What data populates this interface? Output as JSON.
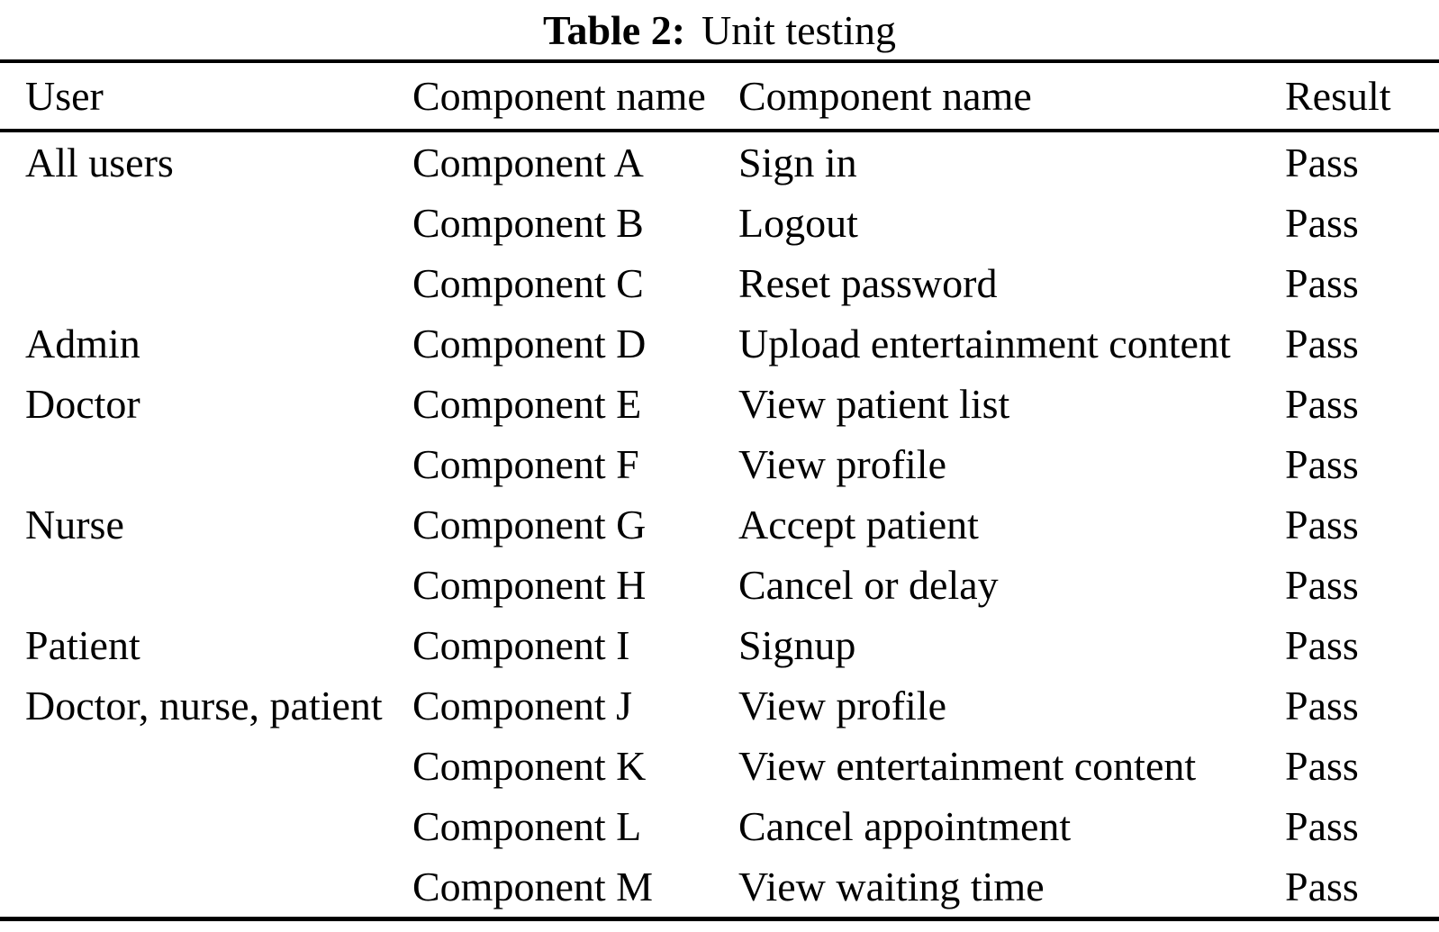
{
  "caption": {
    "label": "Table 2:",
    "text": "Unit testing"
  },
  "table": {
    "columns": [
      "User",
      "Component name",
      "Component name",
      "Result"
    ],
    "rows": [
      {
        "user": "All users",
        "component": "Component A",
        "name": "Sign in",
        "result": "Pass"
      },
      {
        "user": "",
        "component": "Component B",
        "name": "Logout",
        "result": "Pass"
      },
      {
        "user": "",
        "component": "Component C",
        "name": "Reset password",
        "result": "Pass"
      },
      {
        "user": "Admin",
        "component": "Component D",
        "name": "Upload entertainment content",
        "result": "Pass"
      },
      {
        "user": "Doctor",
        "component": "Component E",
        "name": "View patient list",
        "result": "Pass"
      },
      {
        "user": "",
        "component": "Component F",
        "name": "View profile",
        "result": "Pass"
      },
      {
        "user": "Nurse",
        "component": "Component G",
        "name": "Accept patient",
        "result": "Pass"
      },
      {
        "user": "",
        "component": "Component H",
        "name": "Cancel or delay",
        "result": "Pass"
      },
      {
        "user": "Patient",
        "component": "Component I",
        "name": "Signup",
        "result": "Pass"
      },
      {
        "user": "Doctor, nurse, patient",
        "component": "Component J",
        "name": "View profile",
        "result": "Pass"
      },
      {
        "user": "",
        "component": "Component K",
        "name": "View entertainment content",
        "result": "Pass"
      },
      {
        "user": "",
        "component": "Component L",
        "name": "Cancel appointment",
        "result": "Pass"
      },
      {
        "user": "",
        "component": "Component M",
        "name": "View waiting time",
        "result": "Pass"
      }
    ]
  },
  "colors": {
    "text": "#000000",
    "background": "#ffffff",
    "rule": "#000000"
  }
}
